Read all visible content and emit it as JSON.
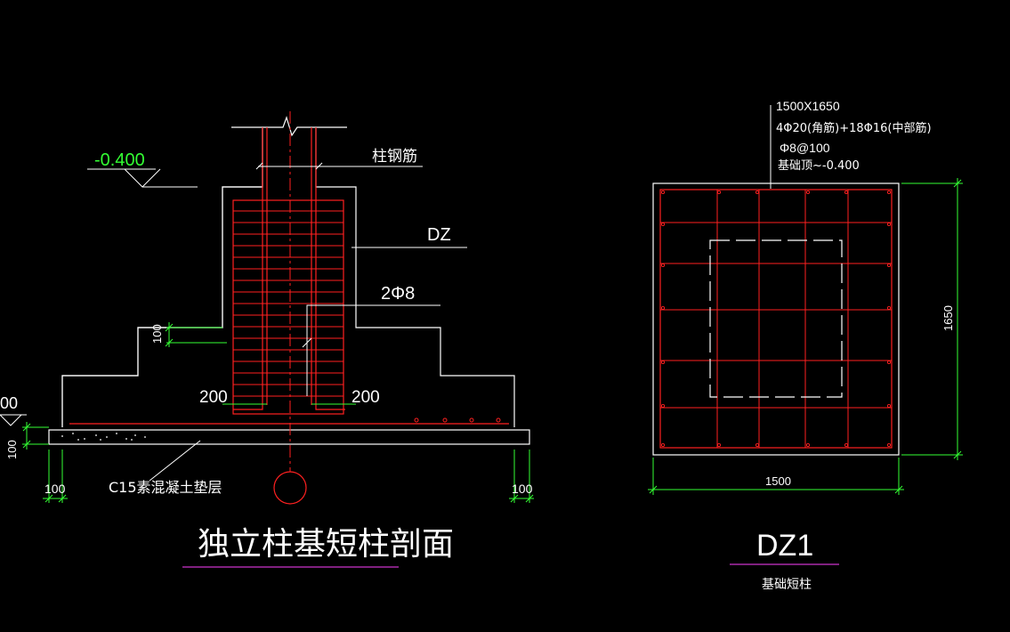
{
  "colors": {
    "background": "#000000",
    "outline": "#ffffff",
    "rebar": "#ff2020",
    "dimension": "#33ff33",
    "title_underline": "#cc33cc",
    "centerline": "#ff2020"
  },
  "section": {
    "elevation": "-0.400",
    "elevation_left": "00",
    "label_column_rebar": "柱钢筋",
    "label_dz": "DZ",
    "label_stirrup": "2Φ8",
    "dim_left_200": "200",
    "dim_right_200": "200",
    "dim_step_100": "100",
    "dim_pad_100": "100",
    "dim_bottom_left_100": "100",
    "dim_bottom_right_100": "100",
    "label_pad": "C15素混凝土垫层",
    "title": "独立柱基短柱剖面"
  },
  "plan": {
    "note_line1": "1500X1650",
    "note_line2": "4Φ20(角筋)+18Φ16(中部筋)",
    "note_line3": "Φ8@100",
    "note_line4": "基础顶~-0.400",
    "dim_width": "1500",
    "dim_height": "1650",
    "title": "DZ1",
    "subtitle": "基础短柱"
  }
}
